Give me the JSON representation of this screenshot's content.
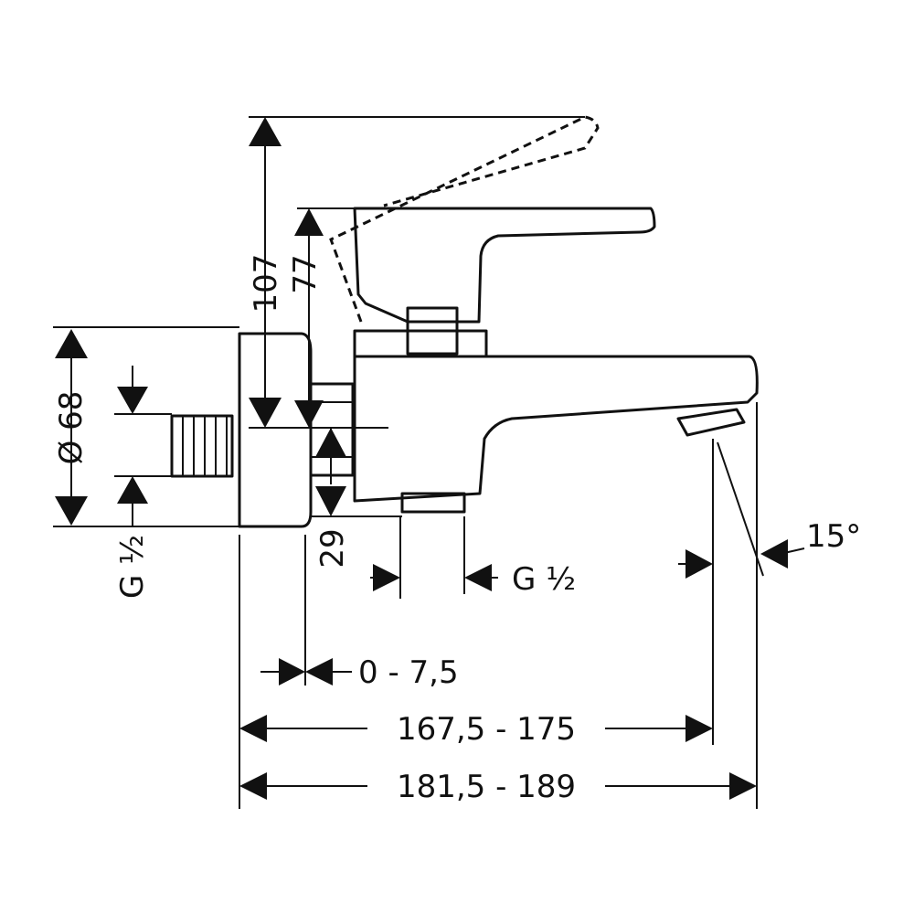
{
  "dimensions": {
    "height_max": "107",
    "height_handle": "77",
    "diameter": "Ø 68",
    "outlet_depth": "29",
    "inlet_thread_left": "G ½",
    "inlet_thread_bottom": "G ½",
    "wall_offset": "0 - 7,5",
    "length_spout": "167,5 - 175",
    "length_total": "181,5 - 189",
    "spout_angle": "15°"
  },
  "colors": {
    "line": "#111111",
    "background": "#ffffff"
  }
}
